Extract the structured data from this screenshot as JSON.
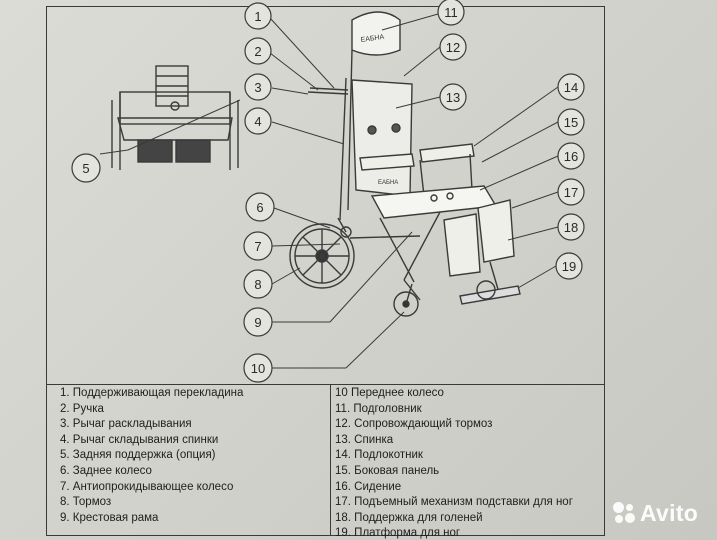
{
  "diagram": {
    "callouts": [
      "1",
      "2",
      "3",
      "4",
      "5",
      "6",
      "7",
      "8",
      "9",
      "10",
      "11",
      "12",
      "13",
      "14",
      "15",
      "16",
      "17",
      "18",
      "19"
    ],
    "headrest_brand": "ЕАБНА",
    "seat_brand": "ЕАБНА"
  },
  "legend": {
    "left": [
      "1. Поддерживающая перекладина",
      "2. Ручка",
      "3. Рычаг раскладывания",
      "4. Рычаг складывания спинки",
      "5. Задняя поддержка (опция)",
      "6. Заднее колесо",
      "7. Антиопрокидывающее колесо",
      "8. Тормоз",
      "9. Крестовая рама"
    ],
    "right": [
      "10 Переднее колесо",
      "11. Подголовник",
      "12. Сопровождающий тормоз",
      "13. Спинка",
      "14. Подлокотник",
      "15. Боковая панель",
      "16. Сидение",
      "17. Подъемный механизм подставки для ног",
      "18. Поддержка для голеней",
      "19. Платформа для ног"
    ]
  },
  "watermark": {
    "text": "Avito"
  }
}
